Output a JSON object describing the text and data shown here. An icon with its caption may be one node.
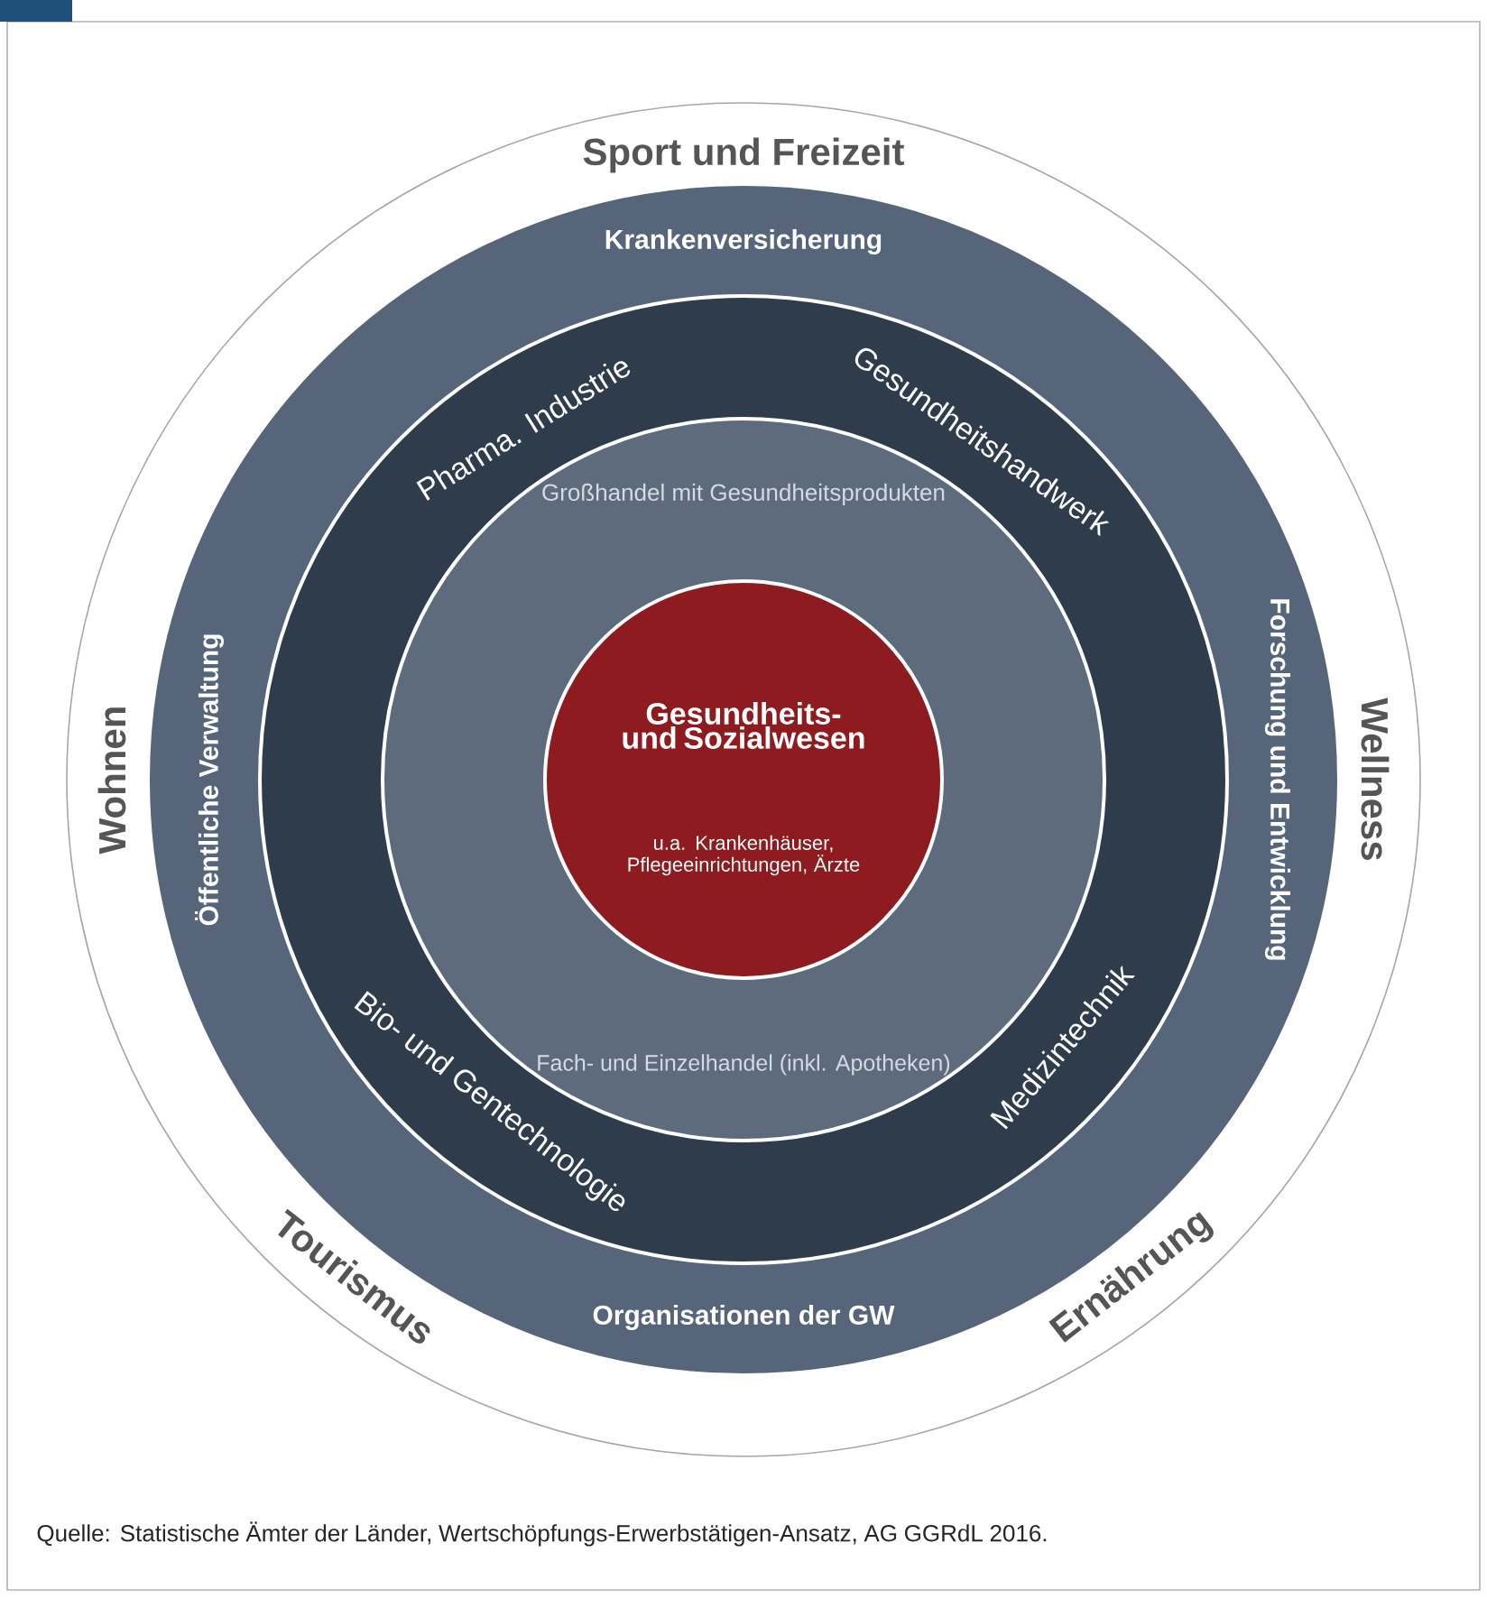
{
  "diagram": {
    "caption": "Quelle: Statistische Ämter der Länder, Wertschöpfungs-Erwerbstätigen-Ansatz, AG GGRdL 2016.",
    "nodes": [
      {
        "text": [
          "Sport und Freizeit",
          "Wellness",
          "Ernährung",
          "Tourismus",
          "Wohnen"
        ]
      },
      {
        "text": [
          "Krankenversicherung",
          "Forschung und Entwicklung",
          "Organisationen der GW",
          "Öffentliche Verwaltung"
        ],
        "in": 0
      },
      {
        "text": [
          "Pharma. Industrie",
          "Gesundheitshandwerk",
          "Medizintechnik",
          "Bio- und Gentechnologie"
        ],
        "in": 1
      },
      {
        "text": [
          "Großhandel mit Gesundheitsprodukten",
          "Fach- und Einzelhandel (inkl. Apotheken)"
        ],
        "in": 2
      },
      {
        "text": [
          "Gesundheits- und Sozialwesen",
          "u.a. Krankenhäuser, Pflegeeinrichtungen, Ärzte"
        ],
        "in": 3
      }
    ]
  }
}
